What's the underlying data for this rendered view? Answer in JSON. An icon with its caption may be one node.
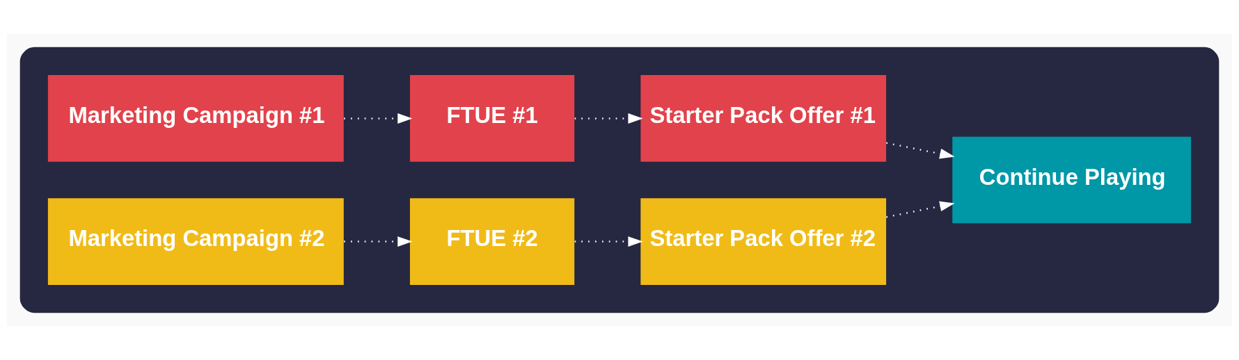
{
  "diagram": {
    "nodes": [
      {
        "text": [],
        "shape": "box"
      },
      {
        "text": [
          "Marketing Campaign #1"
        ],
        "in": 0
      },
      {
        "text": [
          "FTUE #1"
        ],
        "in": 0
      },
      {
        "text": [
          "Starter Pack Offer #1"
        ],
        "in": 0
      },
      {
        "text": [
          "Marketing Campaign #2"
        ],
        "in": 0
      },
      {
        "text": [
          "FTUE #2"
        ],
        "in": 0
      },
      {
        "text": [
          "Starter Pack Offer #2"
        ],
        "in": 0
      },
      {
        "text": [
          "Continue Playing"
        ],
        "in": 0
      }
    ],
    "edges": [
      {
        "from": 1,
        "to": 2,
        "arrow": "to"
      },
      {
        "from": 2,
        "to": 3,
        "arrow": "to"
      },
      {
        "from": 4,
        "to": 5,
        "arrow": "to"
      },
      {
        "from": 5,
        "to": 6,
        "arrow": "to"
      },
      {
        "from": 3,
        "to": 7,
        "arrow": "to"
      },
      {
        "from": 6,
        "to": 7,
        "arrow": "to"
      }
    ]
  }
}
